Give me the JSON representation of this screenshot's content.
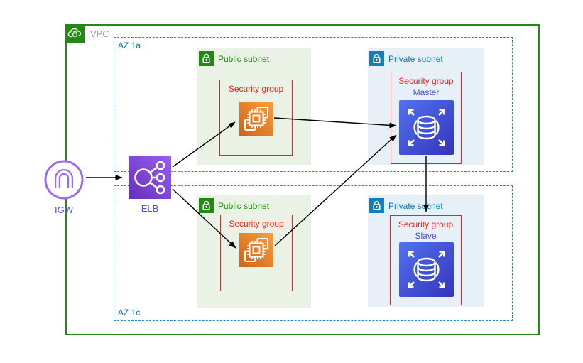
{
  "diagram_type": "aws-vpc-architecture",
  "vpc": {
    "label": "VPC"
  },
  "zones": [
    {
      "label": "AZ 1a"
    },
    {
      "label": "AZ 1c"
    }
  ],
  "subnets": {
    "public_top": {
      "label": "Public subnet",
      "sg": "Security group"
    },
    "private_top": {
      "label": "Private subnet",
      "sg": "Security group",
      "node": "Master"
    },
    "public_bottom": {
      "label": "Public subnet",
      "sg": "Security group"
    },
    "private_bottom": {
      "label": "Private subnet",
      "sg": "Security group",
      "node": "Slave"
    }
  },
  "nodes": {
    "igw": {
      "label": "IGW"
    },
    "elb": {
      "label": "ELB"
    }
  },
  "icons": {
    "vpc": "cloud-lock-icon",
    "subnet_public": "lock-icon",
    "subnet_private": "lock-icon",
    "compute": "ec2-instance-icon",
    "database": "rds-database-icon",
    "load_balancer": "elb-icon",
    "gateway": "internet-gateway-icon"
  },
  "connections": [
    {
      "from": "IGW",
      "to": "ELB"
    },
    {
      "from": "ELB",
      "to": "EC2 public subnet AZ 1a"
    },
    {
      "from": "ELB",
      "to": "EC2 public subnet AZ 1c"
    },
    {
      "from": "EC2 public subnet AZ 1a",
      "to": "Master"
    },
    {
      "from": "EC2 public subnet AZ 1c",
      "to": "Master"
    },
    {
      "from": "Master",
      "to": "Slave"
    }
  ],
  "colors": {
    "vpc-green": "#248814",
    "subnet-green-bg": "#EAF2E5",
    "subnet-blue-bg": "#E7F0F7",
    "az-blue": "#1E88C7",
    "label-blue": "#0B77BC",
    "sg-red": "#FB1B1B",
    "node-label-indigo": "#4A52D6",
    "igw-purple": "#9B6BF5",
    "vpc-label-gray": "#9A9A9A",
    "arrow-black": "#000000",
    "ec2-grad-from": "#CE621B",
    "ec2-grad-to": "#F9A13A",
    "rds-grad-from": "#5273EE",
    "rds-grad-to": "#3334B9",
    "elb-grad-from": "#6730B8",
    "elb-grad-to": "#975EF6"
  }
}
